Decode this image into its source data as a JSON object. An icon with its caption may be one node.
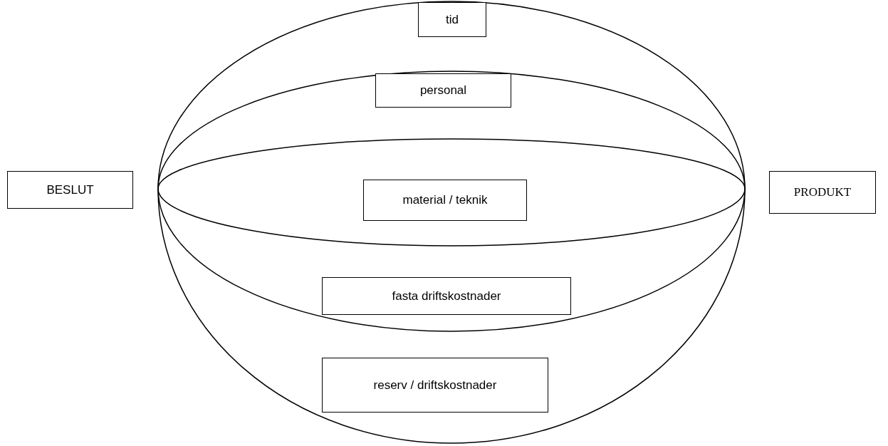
{
  "diagram": {
    "nodes": [
      {
        "text": [
          "tid"
        ]
      },
      {
        "text": [
          "personal"
        ]
      },
      {
        "text": [
          "BESLUT"
        ]
      },
      {
        "text": [
          "material / teknik"
        ]
      },
      {
        "text": [
          "PRODUKT"
        ]
      },
      {
        "text": [
          "fasta driftskostnader"
        ]
      },
      {
        "text": [
          "reserv / driftskostnader"
        ]
      }
    ]
  }
}
